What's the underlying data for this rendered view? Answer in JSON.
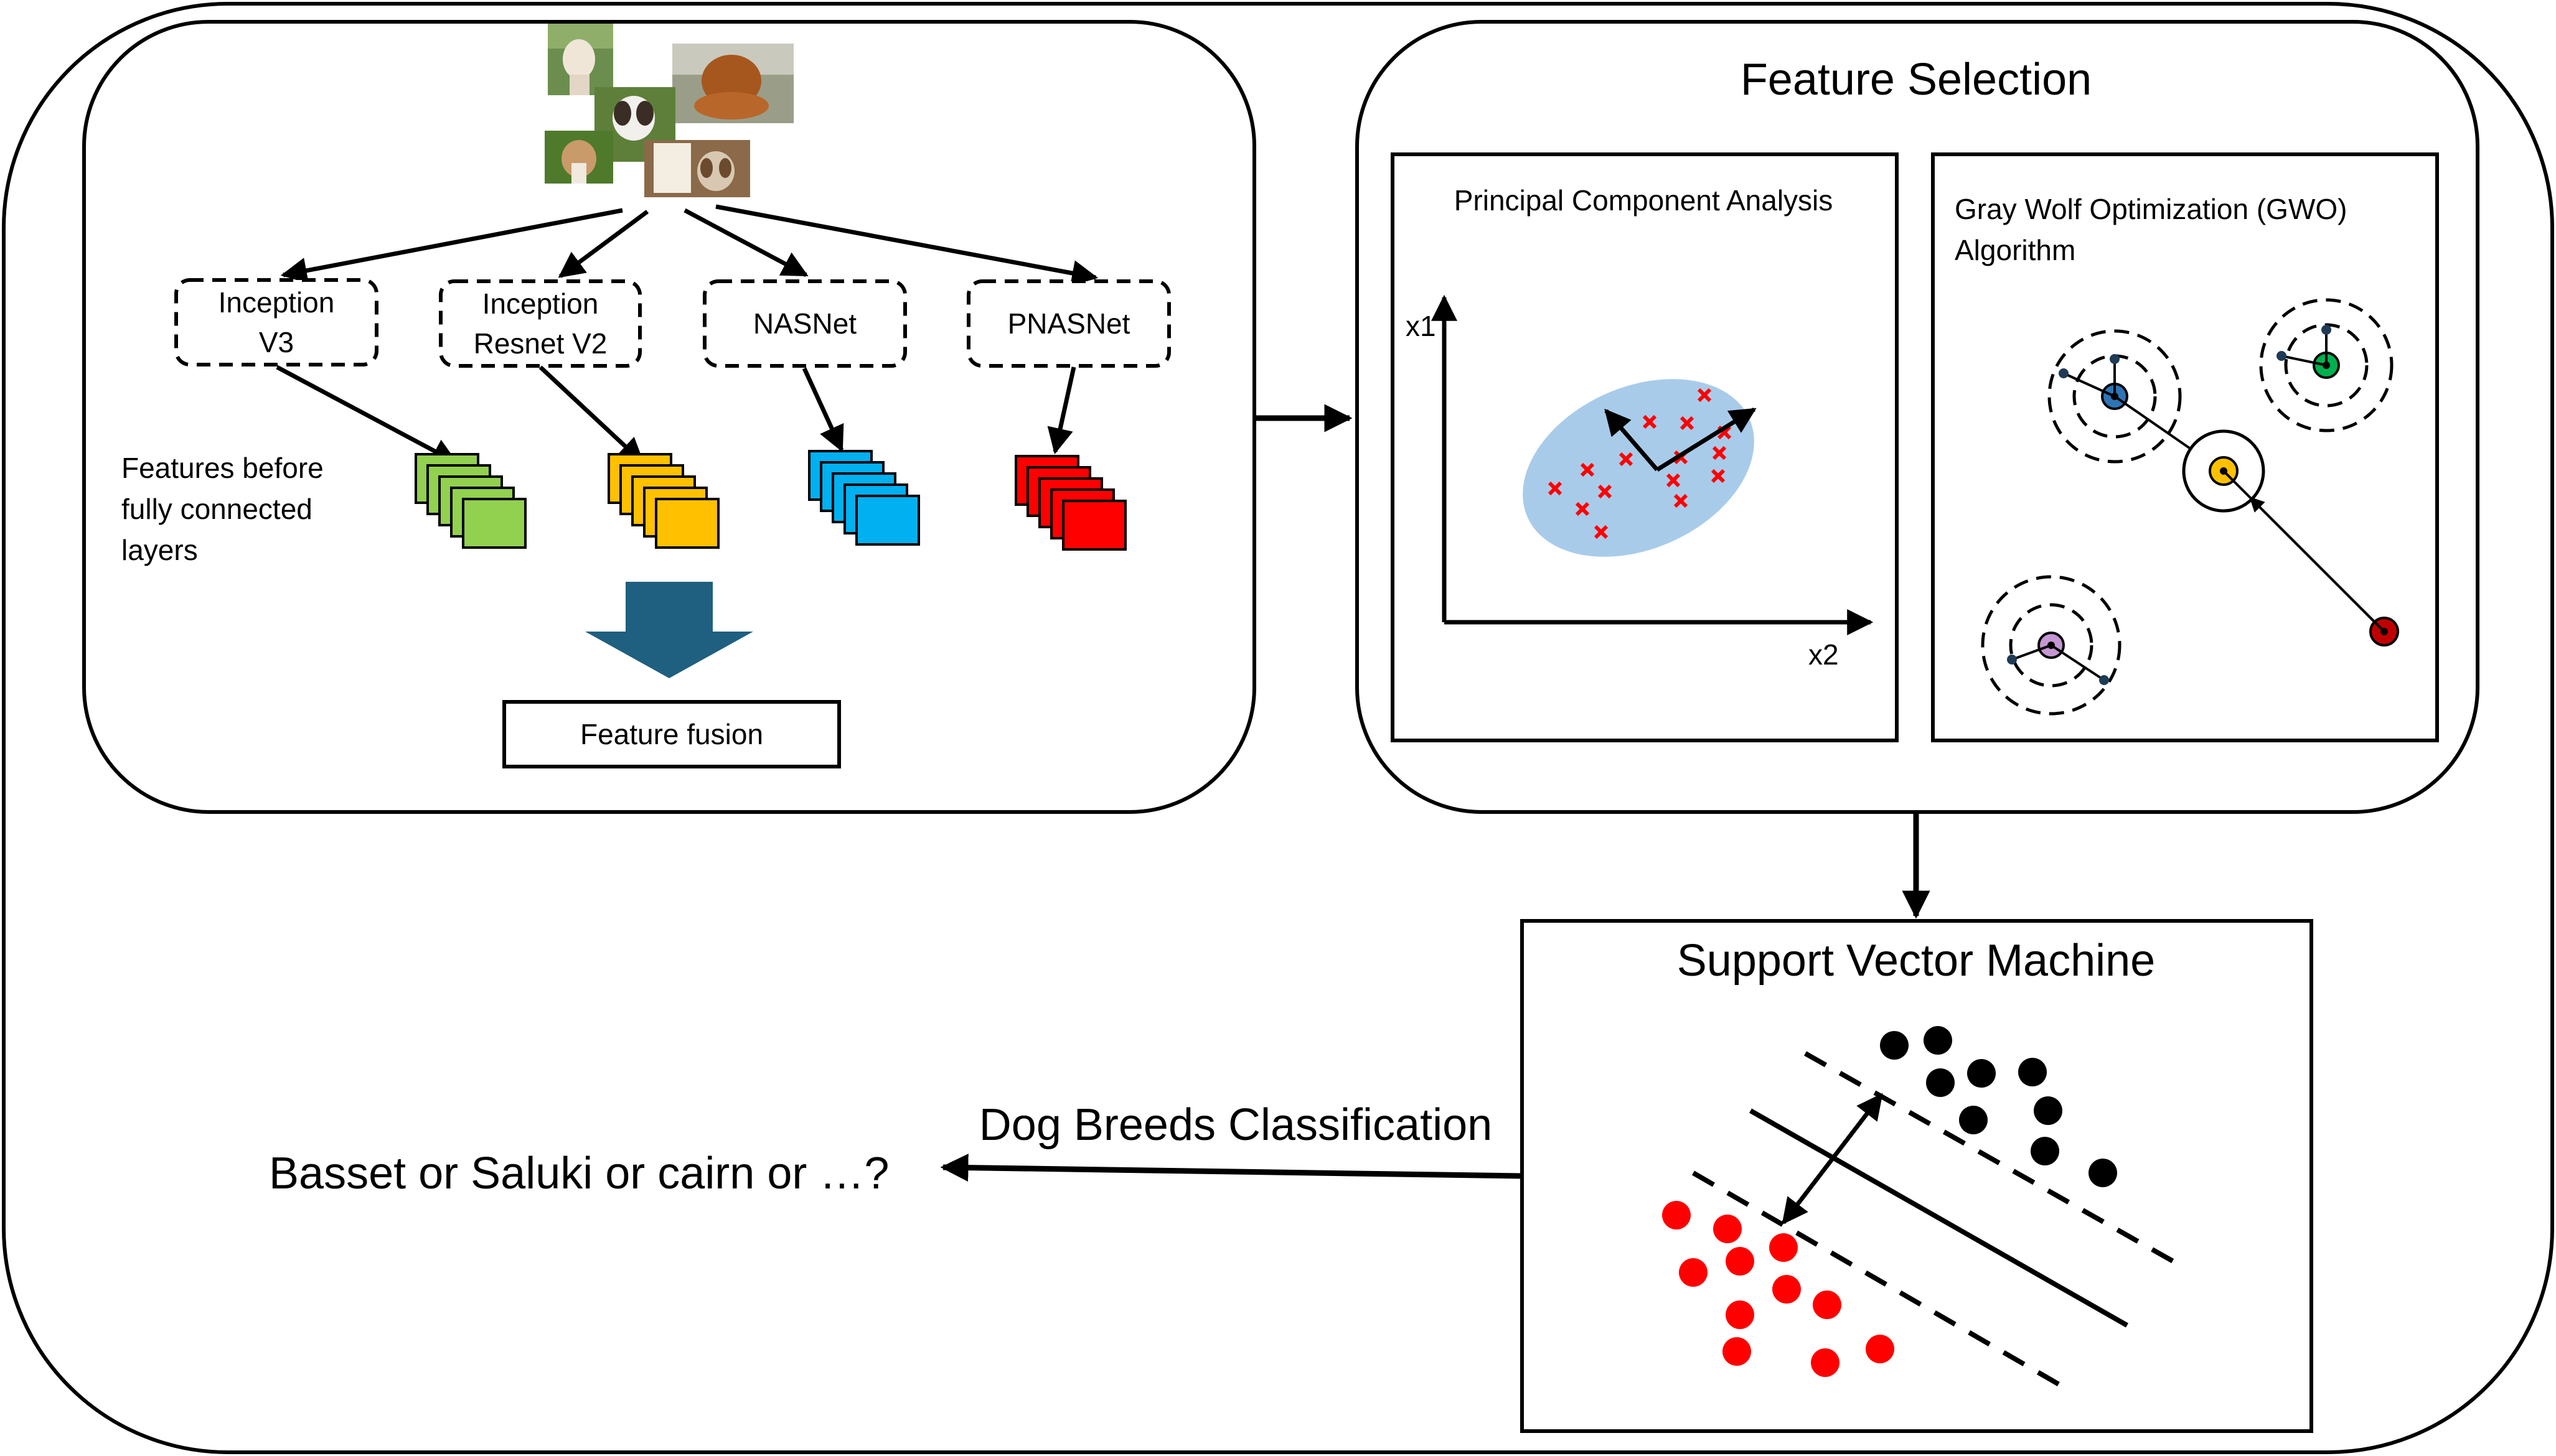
{
  "extraction_panel": {
    "backbones": [
      {
        "lines": [
          "Inception",
          "V3"
        ],
        "color": "#92d050"
      },
      {
        "lines": [
          "Inception",
          "Resnet V2"
        ],
        "color": "#ffc000"
      },
      {
        "lines": [
          "NASNet"
        ],
        "color": "#00b0f0"
      },
      {
        "lines": [
          "PNASNet"
        ],
        "color": "#ff0000"
      }
    ],
    "features_note": [
      "Features before",
      "fully connected",
      "layers"
    ],
    "fusion_label": "Feature fusion",
    "fusion_arrow_color": "#1f5f7f"
  },
  "selection_panel": {
    "title": "Feature Selection",
    "pca": {
      "title": "Principal Component Analysis",
      "axis_y": "x1",
      "axis_x": "x2",
      "ellipse_color": "#a9cbea",
      "point_color": "#ff0000"
    },
    "gwo": {
      "title_lines": [
        "Gray Wolf Optimization (GWO)",
        "Algorithm"
      ],
      "wolf_colors": [
        "#2e75b6",
        "#00b050",
        "#ffc000",
        "#c00000",
        "#c497d2"
      ]
    }
  },
  "svm_panel": {
    "title": "Support Vector Machine",
    "class_colors": [
      "#000000",
      "#ff0000"
    ]
  },
  "output": {
    "arrow_label": "Dog Breeds Classification",
    "question": "Basset or Saluki or cairn or …?"
  },
  "colors": {
    "stroke": "#000000",
    "background": "#ffffff"
  }
}
